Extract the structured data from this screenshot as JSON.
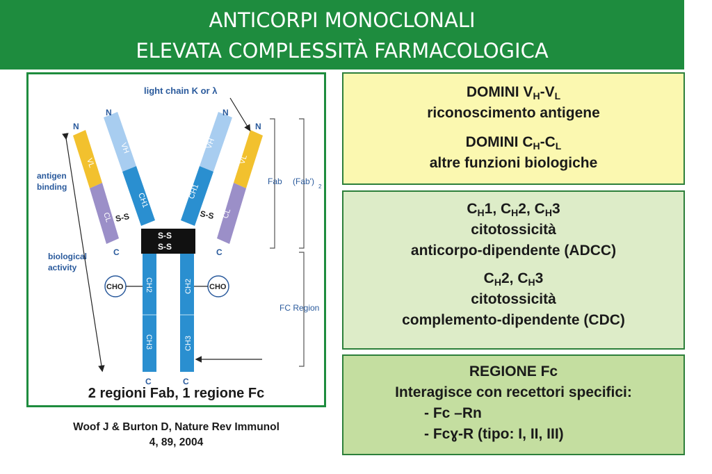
{
  "header": {
    "line1": "ANTICORPI MONOCLONALI",
    "line2": "ELEVATA COMPLESSITÀ FARMACOLOGICA"
  },
  "figure": {
    "light_chain_label": "light chain K or λ",
    "n": "N",
    "c": "C",
    "vl": "VL",
    "cl": "CL",
    "vh": "VH",
    "ch1": "CH1",
    "ch2": "CH2",
    "ch3": "CH3",
    "ss": "S-S",
    "cho": "CHO",
    "antigen_binding_1": "antigen",
    "antigen_binding_2": "binding",
    "bio_activity_1": "biological",
    "bio_activity_2": "activity",
    "fab": "Fab",
    "fab2": "(Fab')",
    "fab2_sub": "2",
    "fc_region": "FC Region",
    "caption": "2 regioni Fab, 1 regione Fc"
  },
  "citation": {
    "line1": "Woof J & Burton D, Nature Rev Immunol",
    "line2": "4, 89, 2004"
  },
  "panel1": {
    "domini_a": "DOMINI V",
    "sub_h": "H",
    "dash": "-V",
    "sub_l": "L",
    "text_a": "riconoscimento antigene",
    "domini_b": "DOMINI C",
    "dash_b": "-C",
    "text_b": "altre funzioni biologiche"
  },
  "panel2": {
    "c": "C",
    "h": "H",
    "n1": "1,  ",
    "n2": "2, ",
    "n3": "3",
    "cyto": "citotossicità",
    "adcc": "anticorpo-dipendente (ADCC)",
    "cdc": "complemento-dipendente (CDC)"
  },
  "panel3": {
    "title": "REGIONE Fc",
    "line2": "Interagisce con recettori specifici:",
    "item1": "- Fc –Rn",
    "item2": "- Fcɣ-R (tipo: I, II, III)"
  }
}
